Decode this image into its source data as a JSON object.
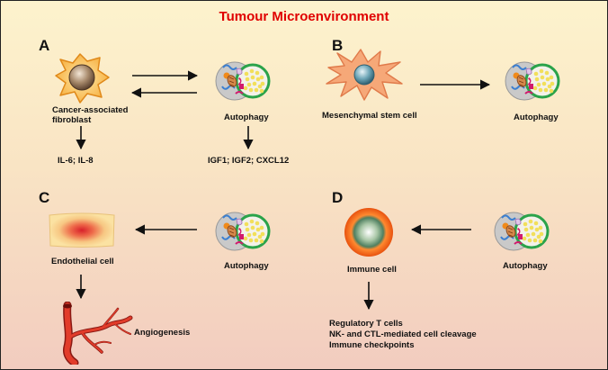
{
  "title": "Tumour Microenvironment",
  "panels": {
    "a": {
      "letter": "A",
      "cell_label_line1": "Cancer-associated",
      "cell_label_line2": "fibroblast",
      "autophagy_label": "Autophagy",
      "cell_output": "IL-6; IL-8",
      "autophagy_output": "IGF1; IGF2; CXCL12"
    },
    "b": {
      "letter": "B",
      "cell_label": "Mesenchymal stem cell",
      "autophagy_label": "Autophagy"
    },
    "c": {
      "letter": "C",
      "cell_label": "Endothelial cell",
      "autophagy_label": "Autophagy",
      "output": "Angiogenesis"
    },
    "d": {
      "letter": "D",
      "cell_label": "Immune cell",
      "autophagy_label": "Autophagy",
      "outputs": [
        "Regulatory T cells",
        "NK- and CTL-mediated cell cleavage",
        "Immune checkpoints"
      ]
    }
  }
}
